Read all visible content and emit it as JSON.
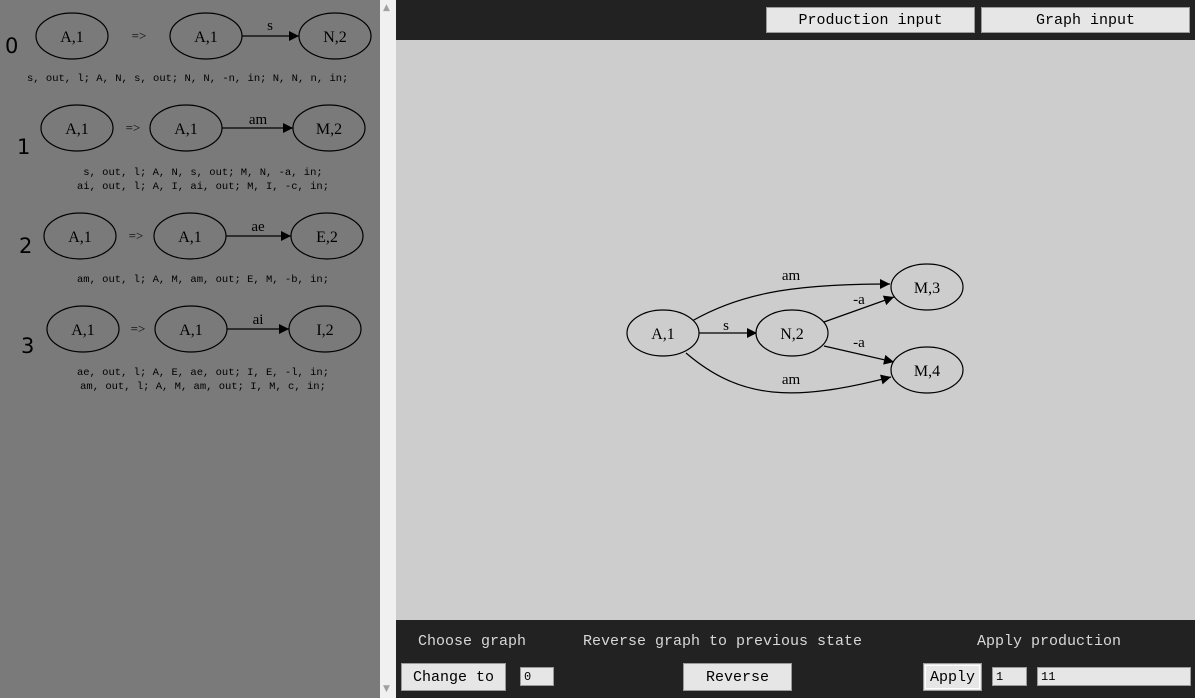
{
  "productions": [
    {
      "index": "0",
      "lhs": "A,1",
      "arrow": "=>",
      "rhs_from": "A,1",
      "rhs_edge": "s",
      "rhs_to": "N,2",
      "rules": [
        "s, out, l; A, N, s, out; N, N, -n, in; N, N, n, in;"
      ]
    },
    {
      "index": "1",
      "lhs": "A,1",
      "arrow": "=>",
      "rhs_from": "A,1",
      "rhs_edge": "am",
      "rhs_to": "M,2",
      "rules": [
        "s, out, l; A, N, s, out; M, N, -a, in;",
        "ai, out, l; A, I, ai, out; M, I, -c, in;"
      ]
    },
    {
      "index": "2",
      "lhs": "A,1",
      "arrow": "=>",
      "rhs_from": "A,1",
      "rhs_edge": "ae",
      "rhs_to": "E,2",
      "rules": [
        "am, out, l; A, M, am, out; E, M, -b, in;"
      ]
    },
    {
      "index": "3",
      "lhs": "A,1",
      "arrow": "=>",
      "rhs_from": "A,1",
      "rhs_edge": "ai",
      "rhs_to": "I,2",
      "rules": [
        "ae, out, l; A, E, ae, out; I, E, -l, in;",
        "am, out, l; A, M, am, out; I, M, c, in;"
      ]
    }
  ],
  "header": {
    "production_input": "Production input",
    "graph_input": "Graph input"
  },
  "graph": {
    "nodes": {
      "a1": "A,1",
      "n2": "N,2",
      "m3": "M,3",
      "m4": "M,4"
    },
    "edges": {
      "a1_n2": "s",
      "a1_m3": "am",
      "n2_m3": "-a",
      "n2_m4": "-a",
      "a1_m4": "am"
    }
  },
  "footer": {
    "choose_label": "Choose graph",
    "change_button": "Change to",
    "graph_number": "0",
    "reverse_label": "Reverse graph to previous state",
    "reverse_button": "Reverse",
    "apply_label": "Apply production",
    "apply_button": "Apply",
    "production_number": "1",
    "position_value": "11"
  },
  "scrollbar": {
    "up_icon": "triangle-up",
    "down_icon": "triangle-down"
  },
  "colors": {
    "sidebar": "#7a7a7a",
    "canvas": "#cdcdcd",
    "bars": "#222222"
  }
}
